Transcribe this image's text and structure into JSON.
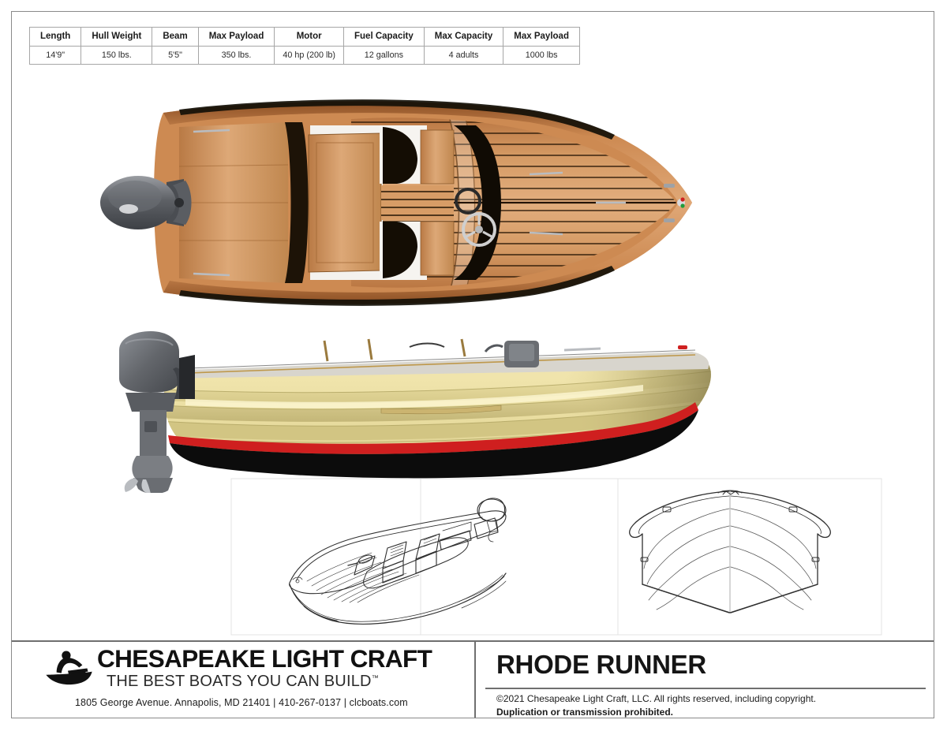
{
  "spec_table": {
    "headers": [
      "Length",
      "Hull Weight",
      "Beam",
      "Max Payload",
      "Motor",
      "Fuel Capacity",
      "Max Capacity",
      "Max Payload"
    ],
    "values": [
      "14'9\"",
      "150 lbs.",
      "5'5\"",
      "350 lbs.",
      "40 hp (200 lb)",
      "12 gallons",
      "4 adults",
      "1000 lbs"
    ]
  },
  "views": {
    "plan_view": "boat-plan-view-top-down",
    "profile_view": "boat-profile-view-side",
    "perspective_line_drawing": "boat-perspective-line-drawing",
    "bow_line_drawing": "boat-bow-on-line-drawing"
  },
  "colors": {
    "hull_topside": "#e8dca4",
    "hull_topside_shade": "#b9ae70",
    "boot_stripe": "#cf1f1f",
    "bottom": "#0d0d0d",
    "deck_wood": "#c98a55",
    "deck_wood_light": "#dba06a",
    "interior_wood": "#c8935f",
    "seam_black": "#1a1208",
    "motor_gray": "#6f7277",
    "motor_gray_dark": "#4c4f54",
    "line_art": "#2b2b2b",
    "rule_gray": "#6f6f6f",
    "table_border": "#a6a6a6"
  },
  "brand": {
    "name": "CHESAPEAKE LIGHT CRAFT",
    "tagline": "THE BEST BOATS YOU CAN BUILD",
    "tagline_mark": "™",
    "contact": "1805 George Avenue. Annapolis, MD 21401  |  410-267-0137  |  clcboats.com",
    "logo": "boat-builder-silhouette-logo"
  },
  "model": {
    "title": "RHODE RUNNER",
    "copyright_line1": "©2021 Chesapeake Light Craft, LLC.  All rights reserved, including copyright.",
    "copyright_line2": "Duplication or transmission prohibited."
  }
}
